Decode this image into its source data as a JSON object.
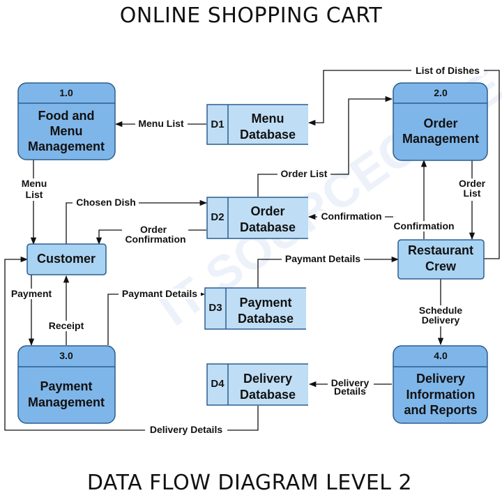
{
  "title": "ONLINE SHOPPING CART",
  "footer": "DATA FLOW DIAGRAM LEVEL 2",
  "processes": {
    "p1": {
      "num": "1.0",
      "lines": [
        "Food and",
        "Menu",
        "Management"
      ]
    },
    "p2": {
      "num": "2.0",
      "lines": [
        "Order",
        "Management"
      ]
    },
    "p3": {
      "num": "3.0",
      "lines": [
        "Payment",
        "Management"
      ]
    },
    "p4": {
      "num": "4.0",
      "lines": [
        "Delivery",
        "Information",
        "and Reports"
      ]
    }
  },
  "entities": {
    "customer": {
      "lines": [
        "Customer"
      ]
    },
    "crew": {
      "lines": [
        "Restaurant",
        "Crew"
      ]
    }
  },
  "datastores": {
    "d1": {
      "id": "D1",
      "lines": [
        "Menu",
        "Database"
      ]
    },
    "d2": {
      "id": "D2",
      "lines": [
        "Order",
        "Database"
      ]
    },
    "d3": {
      "id": "D3",
      "lines": [
        "Payment",
        "Database"
      ]
    },
    "d4": {
      "id": "D4",
      "lines": [
        "Delivery",
        "Database"
      ]
    }
  },
  "flows": {
    "list_of_dishes": [
      "List of Dishes"
    ],
    "menu_list_h": [
      "Menu List"
    ],
    "menu_list_v": [
      "Menu",
      "List"
    ],
    "chosen_dish": [
      "Chosen Dish"
    ],
    "order_list_top": [
      "Order List"
    ],
    "order_list_right": [
      "Order",
      "List"
    ],
    "confirmation_d2": [
      "Confirmation"
    ],
    "order_confirmation": [
      "Order",
      "Confirmation"
    ],
    "confirmation_crew": [
      "Confirmation"
    ],
    "paymant_details_crew": [
      "Paymant Details"
    ],
    "payment": [
      "Payment"
    ],
    "receipt": [
      "Receipt"
    ],
    "paymant_details_d3": [
      "Paymant Details"
    ],
    "schedule_delivery": [
      "Schedule",
      "Delivery"
    ],
    "delivery_details_d4": [
      "Delivery",
      "Details"
    ],
    "delivery_details_bottom": [
      "Delivery Details"
    ]
  },
  "watermark": "IT SOURCECODE",
  "colors": {
    "process_fill": "#7fb6ea",
    "process_stroke": "#2a5d8f",
    "entity_fill": "#a9d3f2",
    "datastore_fill": "#bfdef5",
    "line": "#111111"
  }
}
